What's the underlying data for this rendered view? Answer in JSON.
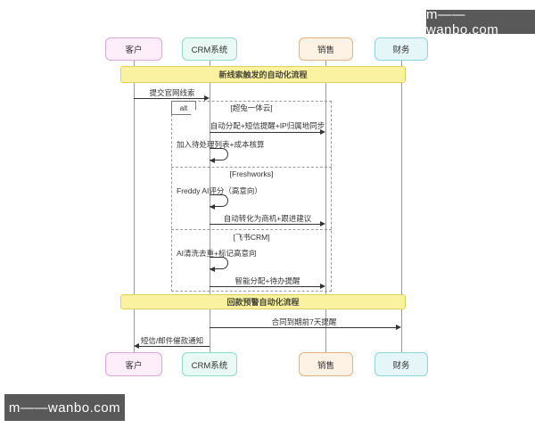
{
  "watermark": {
    "text": "m——wanbo.com",
    "bg_color": "#595959",
    "text_color": "#ffffff"
  },
  "actors": [
    {
      "id": "customer",
      "label": "客户",
      "bg": "#fdeef9",
      "border": "#d8a8dc"
    },
    {
      "id": "crm",
      "label": "CRM系统",
      "bg": "#e9f9f4",
      "border": "#90d8c8"
    },
    {
      "id": "sales",
      "label": "销售",
      "bg": "#fdf2e3",
      "border": "#e0b285"
    },
    {
      "id": "finance",
      "label": "财务",
      "bg": "#e4f6f8",
      "border": "#8ed3dc"
    }
  ],
  "banners": [
    {
      "label": "新线索触发的自动化流程",
      "bg": "#faf1a1",
      "border": "#e0d060"
    },
    {
      "label": "回款预警自动化流程",
      "bg": "#faf1a1",
      "border": "#e0d060"
    }
  ],
  "alt_frame": {
    "tag": "alt",
    "sections": [
      {
        "label": "[超兔一体云]"
      },
      {
        "label": "[Freshworks]"
      },
      {
        "label": "[飞书CRM]"
      }
    ]
  },
  "messages": [
    {
      "id": "m1",
      "text": "提交官网线索",
      "from": "customer",
      "to": "crm",
      "kind": "arrow"
    },
    {
      "id": "m2",
      "text": "自动分配+短信提醒+IP归属地同步",
      "from": "crm",
      "to": "sales",
      "kind": "arrow"
    },
    {
      "id": "m3",
      "text": "加入待处理列表+成本核算",
      "from": "crm",
      "to": "crm",
      "kind": "self"
    },
    {
      "id": "m4",
      "text": "Freddy AI评分（高意向）",
      "from": "crm",
      "to": "crm",
      "kind": "self"
    },
    {
      "id": "m5",
      "text": "自动转化为商机+跟进建议",
      "from": "crm",
      "to": "sales",
      "kind": "arrow"
    },
    {
      "id": "m6",
      "text": "AI清洗去重+标记高意向",
      "from": "crm",
      "to": "crm",
      "kind": "self"
    },
    {
      "id": "m7",
      "text": "智能分配+待办提醒",
      "from": "crm",
      "to": "sales",
      "kind": "arrow"
    },
    {
      "id": "m8",
      "text": "合同到期前7天提醒",
      "from": "crm",
      "to": "finance",
      "kind": "arrow"
    },
    {
      "id": "m9",
      "text": "短信/邮件催款通知",
      "from": "crm",
      "to": "customer",
      "kind": "arrow"
    }
  ]
}
